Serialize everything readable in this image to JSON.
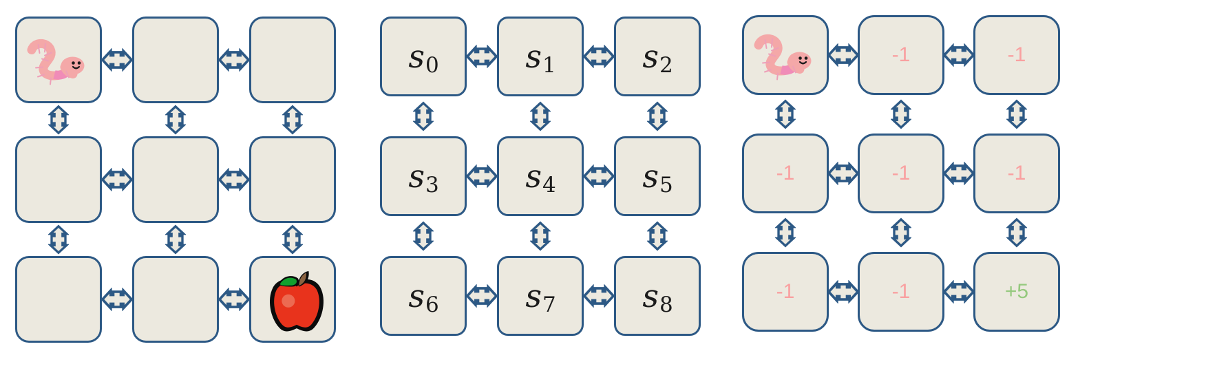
{
  "figure": {
    "type": "grid-diagram",
    "title": "",
    "panel_count": 3,
    "grid_rows": 3,
    "grid_cols": 3,
    "colors": {
      "cell_fill": "#ECE9DF",
      "cell_border": "#2D5985",
      "arrow_fill": "#ECE9DF",
      "arrow_stroke": "#2D5985",
      "negative_reward": "#F9A0A0",
      "positive_reward": "#95C97E",
      "state_label": "#1B1B1B",
      "background": "#FFFFFF",
      "worm_body": "#F4A8A8",
      "worm_segment": "#F08CB8",
      "apple_body": "#E8331C",
      "apple_leaf": "#14A02E",
      "apple_stem": "#8A6240"
    }
  },
  "panels": [
    {
      "id": "panel-environment",
      "name": "environment-grid",
      "cells": [
        {
          "id": "env-0",
          "kind": "emoji",
          "value": "worm",
          "label": ""
        },
        {
          "id": "env-1",
          "kind": "empty",
          "value": "",
          "label": ""
        },
        {
          "id": "env-2",
          "kind": "empty",
          "value": "",
          "label": ""
        },
        {
          "id": "env-3",
          "kind": "empty",
          "value": "",
          "label": ""
        },
        {
          "id": "env-4",
          "kind": "empty",
          "value": "",
          "label": ""
        },
        {
          "id": "env-5",
          "kind": "empty",
          "value": "",
          "label": ""
        },
        {
          "id": "env-6",
          "kind": "empty",
          "value": "",
          "label": ""
        },
        {
          "id": "env-7",
          "kind": "empty",
          "value": "",
          "label": ""
        },
        {
          "id": "env-8",
          "kind": "emoji",
          "value": "apple",
          "label": ""
        }
      ]
    },
    {
      "id": "panel-states",
      "name": "state-grid",
      "cells": [
        {
          "id": "state-0",
          "kind": "state",
          "value": "s",
          "sub": "0",
          "label": "s0"
        },
        {
          "id": "state-1",
          "kind": "state",
          "value": "s",
          "sub": "1",
          "label": "s1"
        },
        {
          "id": "state-2",
          "kind": "state",
          "value": "s",
          "sub": "2",
          "label": "s2"
        },
        {
          "id": "state-3",
          "kind": "state",
          "value": "s",
          "sub": "3",
          "label": "s3"
        },
        {
          "id": "state-4",
          "kind": "state",
          "value": "s",
          "sub": "4",
          "label": "s4"
        },
        {
          "id": "state-5",
          "kind": "state",
          "value": "s",
          "sub": "5",
          "label": "s5"
        },
        {
          "id": "state-6",
          "kind": "state",
          "value": "s",
          "sub": "6",
          "label": "s6"
        },
        {
          "id": "state-7",
          "kind": "state",
          "value": "s",
          "sub": "7",
          "label": "s7"
        },
        {
          "id": "state-8",
          "kind": "state",
          "value": "s",
          "sub": "8",
          "label": "s8"
        }
      ]
    },
    {
      "id": "panel-rewards",
      "name": "reward-grid",
      "cells": [
        {
          "id": "rew-0",
          "kind": "emoji",
          "value": "worm",
          "label": ""
        },
        {
          "id": "rew-1",
          "kind": "reward",
          "value": "-1",
          "sign": "neg",
          "label": "-1"
        },
        {
          "id": "rew-2",
          "kind": "reward",
          "value": "-1",
          "sign": "neg",
          "label": "-1"
        },
        {
          "id": "rew-3",
          "kind": "reward",
          "value": "-1",
          "sign": "neg",
          "label": "-1"
        },
        {
          "id": "rew-4",
          "kind": "reward",
          "value": "-1",
          "sign": "neg",
          "label": "-1"
        },
        {
          "id": "rew-5",
          "kind": "reward",
          "value": "-1",
          "sign": "neg",
          "label": "-1"
        },
        {
          "id": "rew-6",
          "kind": "reward",
          "value": "-1",
          "sign": "neg",
          "label": "-1"
        },
        {
          "id": "rew-7",
          "kind": "reward",
          "value": "-1",
          "sign": "neg",
          "label": "-1"
        },
        {
          "id": "rew-8",
          "kind": "reward",
          "value": "+5",
          "sign": "pos",
          "label": "+5"
        }
      ]
    }
  ],
  "arrows": {
    "horizontal_icon": "double-headed-horizontal-arrow-icon",
    "vertical_icon": "double-headed-vertical-arrow-icon",
    "horizontal_glyph": "left-right-arrow",
    "vertical_glyph": "up-down-arrow"
  },
  "icons": {
    "worm": "worm-emoji",
    "apple": "apple-emoji"
  }
}
